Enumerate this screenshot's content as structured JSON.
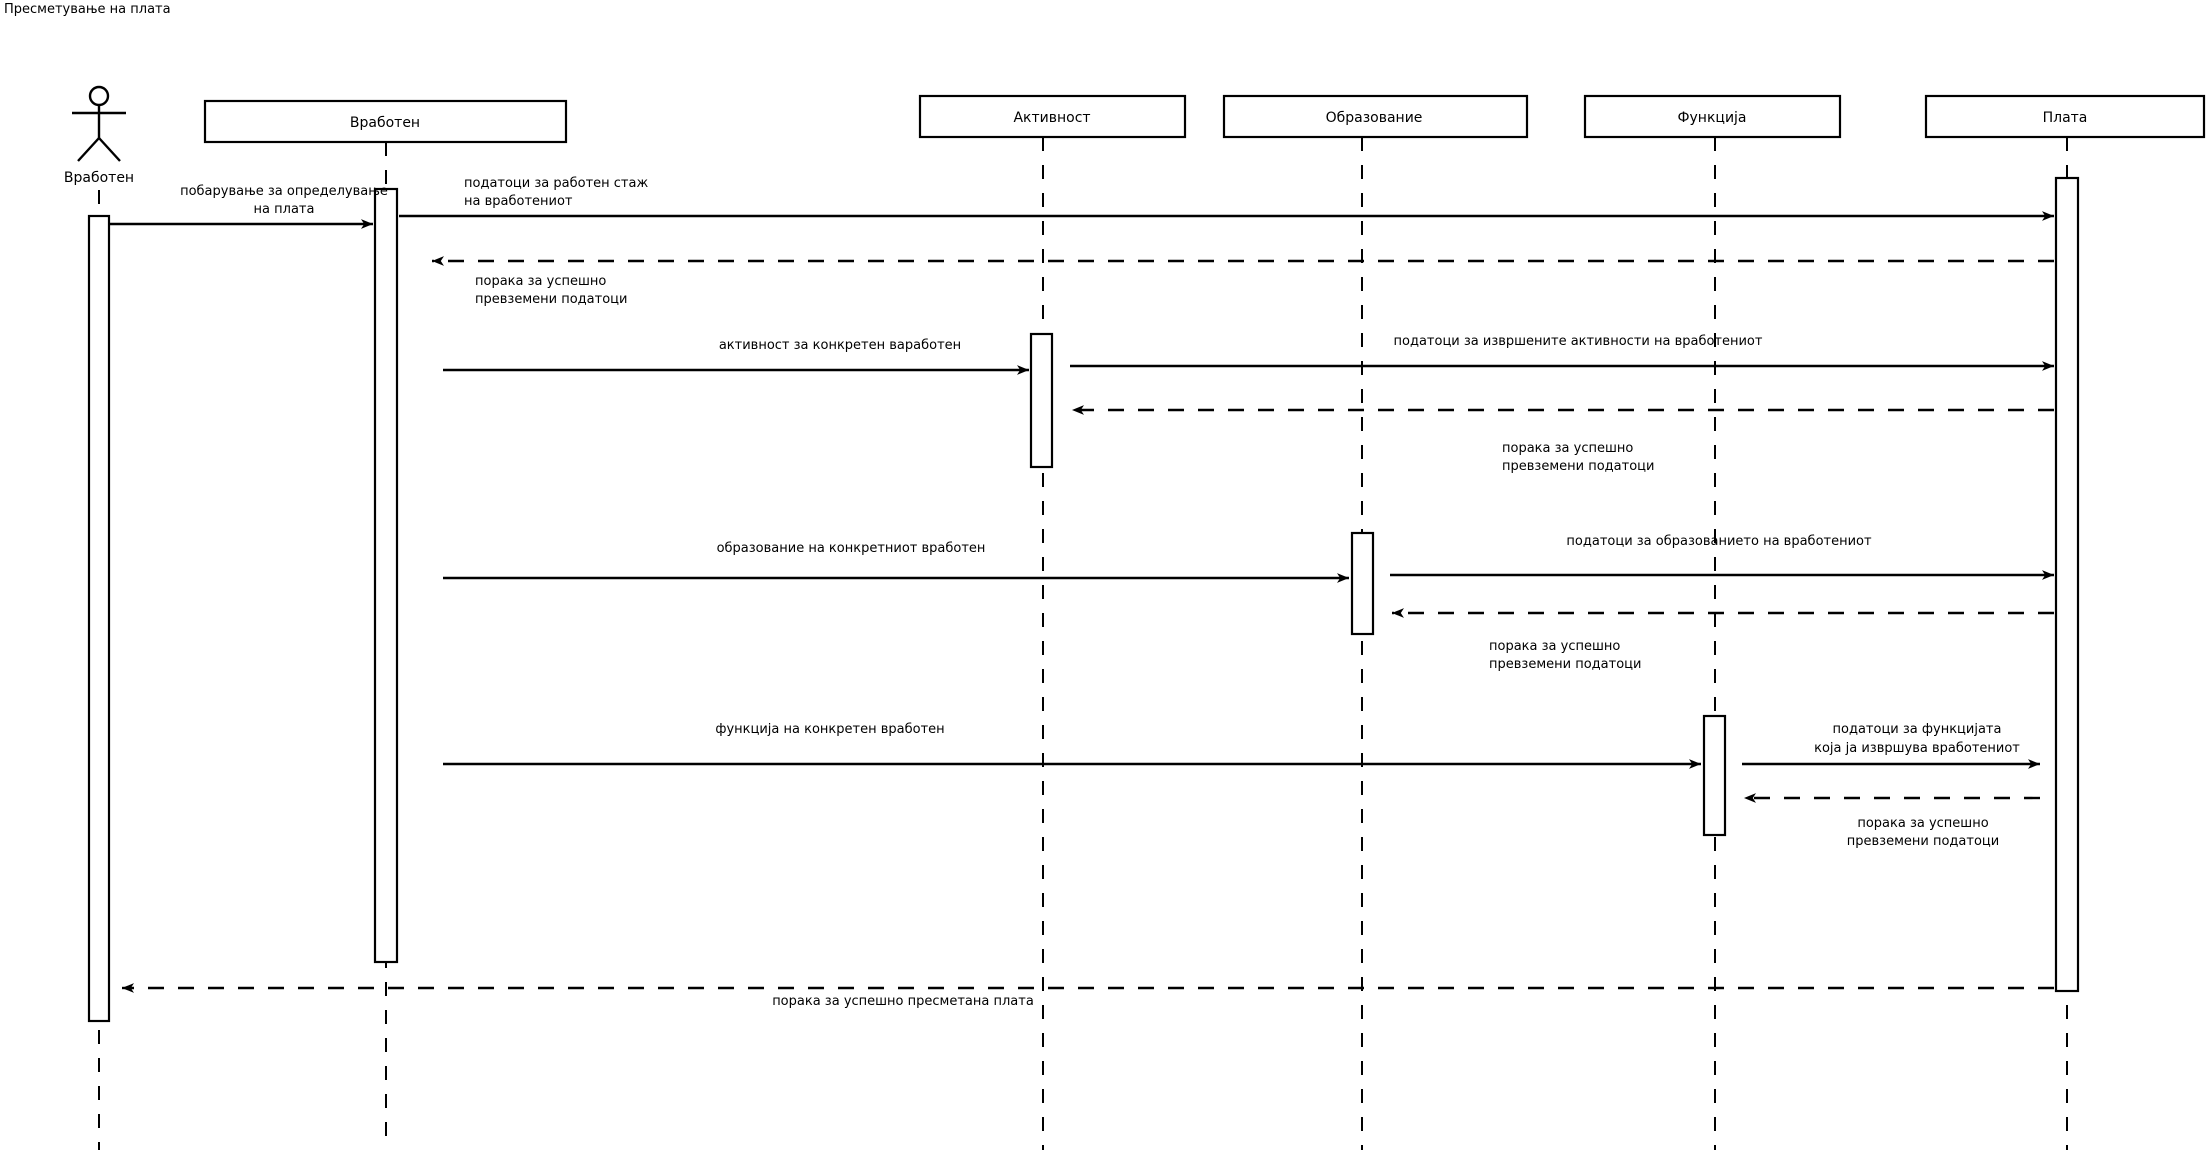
{
  "title": "Пресметување на плата",
  "actor": {
    "name": "Вработен",
    "icon": "actor-stick-figure-icon"
  },
  "lifelines": [
    {
      "id": "vraboten",
      "label": "Вработен"
    },
    {
      "id": "aktivnost",
      "label": "Активност"
    },
    {
      "id": "obrazovanie",
      "label": "Образование"
    },
    {
      "id": "funkcija",
      "label": "Функција"
    },
    {
      "id": "plata",
      "label": "Плата"
    }
  ],
  "messages": [
    {
      "id": "m1",
      "label_line1": "побарување за определување",
      "label_line2": "на плата",
      "kind": "call"
    },
    {
      "id": "m2",
      "label_line1": "податоци  за работен стаж",
      "label_line2": "на вработениот",
      "kind": "call"
    },
    {
      "id": "m3",
      "label_line1": "порака за успешно",
      "label_line2": "превземени  податоци",
      "kind": "return"
    },
    {
      "id": "m4",
      "label_line1": "активност за конкретен ваработен",
      "label_line2": "",
      "kind": "call"
    },
    {
      "id": "m5",
      "label_line1": "податоци за извршените активности на вработениот",
      "label_line2": "",
      "kind": "call"
    },
    {
      "id": "m6",
      "label_line1": "порака за успешно",
      "label_line2": "превземени  податоци",
      "kind": "return"
    },
    {
      "id": "m7",
      "label_line1": "образование на конкретниот вработен",
      "label_line2": "",
      "kind": "call"
    },
    {
      "id": "m8",
      "label_line1": "податоци за образованието на вработениот",
      "label_line2": "",
      "kind": "call"
    },
    {
      "id": "m9",
      "label_line1": "порака за успешно",
      "label_line2": "превземени  податоци",
      "kind": "return"
    },
    {
      "id": "m10",
      "label_line1": "функција на конкретен вработен",
      "label_line2": "",
      "kind": "call"
    },
    {
      "id": "m11",
      "label_line1": "податоци за функцијата",
      "label_line2": "која ја извршува  вработениот",
      "kind": "call"
    },
    {
      "id": "m12",
      "label_line1": "порака за успешно",
      "label_line2": "превземени  податоци",
      "kind": "return"
    },
    {
      "id": "m13",
      "label_line1": "порака за успешно пресметана плата",
      "label_line2": "",
      "kind": "return"
    }
  ],
  "colors": {
    "stroke": "#000000",
    "background": "#ffffff",
    "text": "#000000"
  }
}
